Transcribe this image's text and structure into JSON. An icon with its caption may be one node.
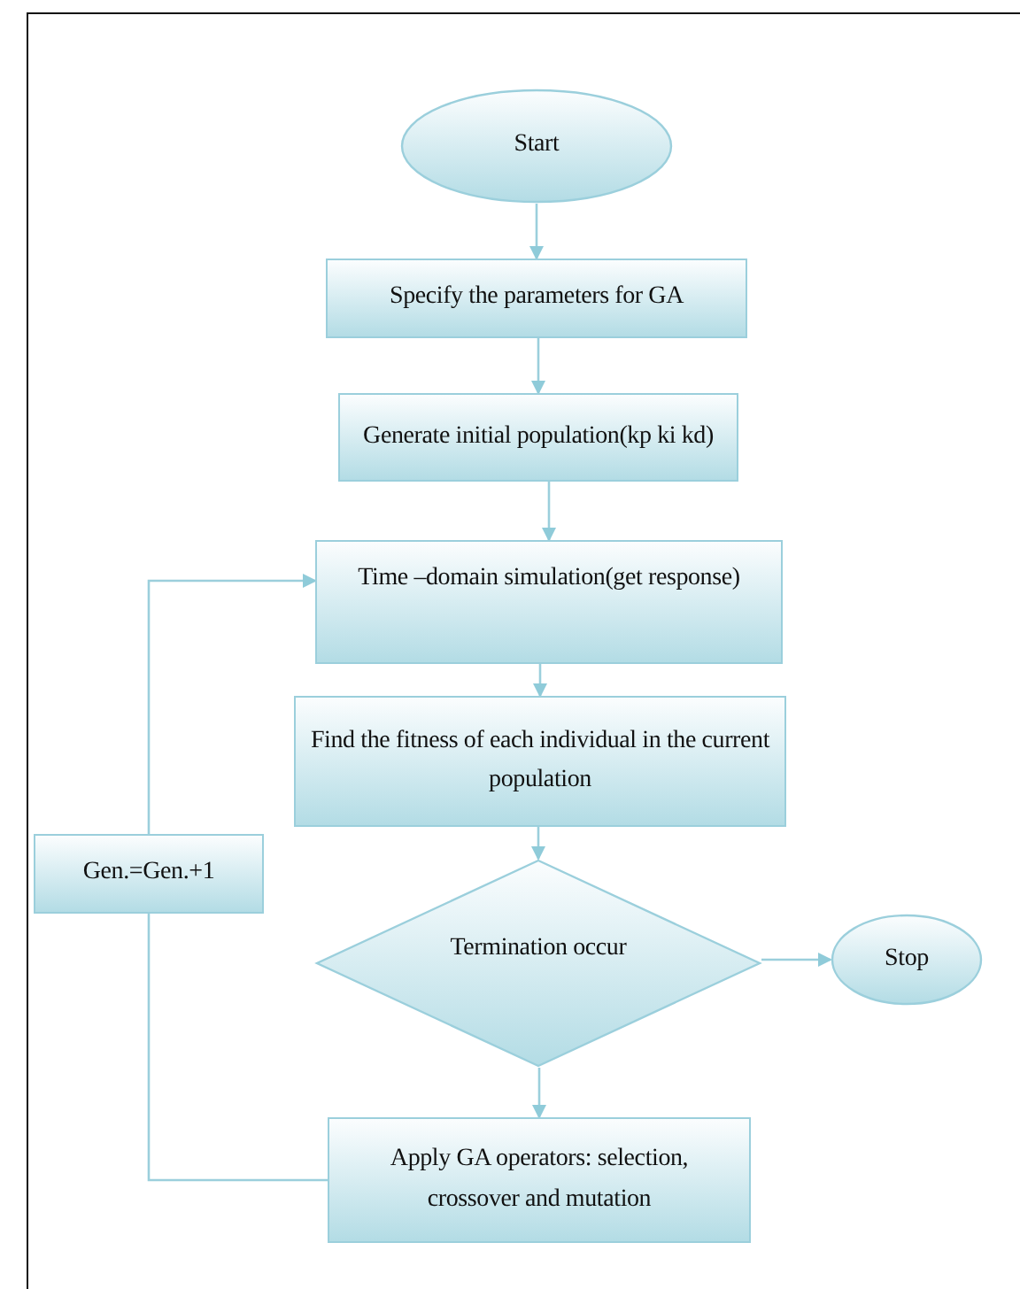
{
  "diagram": {
    "nodes": [
      {
        "text": [
          "Start"
        ]
      },
      {
        "text": [
          "Specify the parameters for GA"
        ]
      },
      {
        "text": [
          "Generate initial population(kp ki kd)"
        ]
      },
      {
        "text": [
          "Time –domain simulation(get response)"
        ]
      },
      {
        "text": [
          "Find the fitness of each individual in the current population"
        ]
      },
      {
        "text": [
          "Gen.=Gen.+1"
        ]
      },
      {
        "text": [
          "Termination occur"
        ]
      },
      {
        "text": [
          "Stop"
        ]
      },
      {
        "text": [
          "Apply GA operators: selection, crossover and mutation"
        ]
      }
    ],
    "edges": [
      {
        "from": 0,
        "to": 1,
        "arrow": "to"
      },
      {
        "from": 1,
        "to": 2,
        "arrow": "to"
      },
      {
        "from": 2,
        "to": 3,
        "arrow": "to"
      },
      {
        "from": 3,
        "to": 4,
        "arrow": "to"
      },
      {
        "from": 4,
        "to": 6,
        "arrow": "to"
      },
      {
        "from": 6,
        "to": 7,
        "arrow": "to"
      },
      {
        "from": 6,
        "to": 8,
        "arrow": "to"
      },
      {
        "from": 8,
        "to": 5,
        "arrow": "none"
      },
      {
        "from": 5,
        "to": 3,
        "arrow": "to"
      }
    ]
  }
}
